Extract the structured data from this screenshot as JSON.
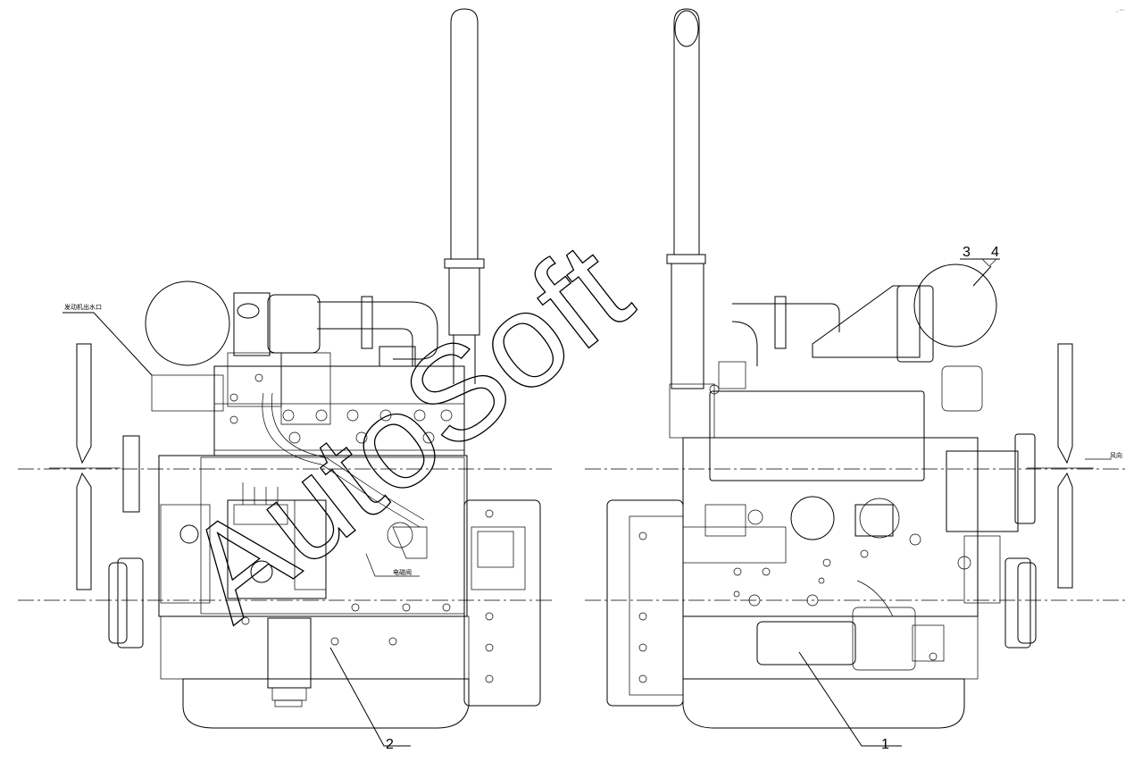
{
  "drawing": {
    "watermark": "AutoSoft",
    "corner_mark": "ₒ ˢᵒᶠ",
    "callouts": [
      {
        "id": "c1",
        "label": "1"
      },
      {
        "id": "c2",
        "label": "2"
      },
      {
        "id": "c3",
        "label": "3"
      },
      {
        "id": "c4",
        "label": "4"
      }
    ],
    "notes": {
      "left_top": "发动机出水口",
      "left_mid": "电磁阀",
      "right": "风向"
    }
  }
}
